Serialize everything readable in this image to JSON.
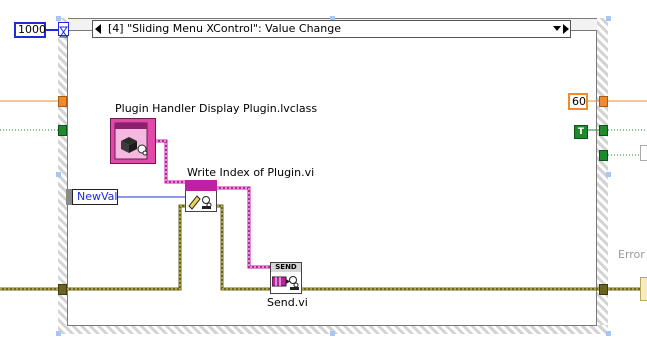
{
  "colors": {
    "numeric_blue": "#1f2bd8",
    "integer_orange": "#ef8b2c",
    "boolean_green": "#1e8a2b",
    "class_wire_magenta": "#c11fa3",
    "error_wire_khaki": "#8a7a20"
  },
  "event_case": {
    "selector_label": "[4] \"Sliding Menu XControl\": Value Change"
  },
  "timeout_constant": {
    "value": "1000"
  },
  "wait_constant": {
    "value": "60"
  },
  "stop_constant": {
    "value": "T"
  },
  "nodes": {
    "class_constant_label": "Plugin Handler Display Plugin.lvclass",
    "write_index_label": "Write Index of Plugin.vi",
    "send_label": "Send.vi",
    "send_header": "SEND"
  },
  "event_data": {
    "newval_label": "NewVal"
  },
  "outside": {
    "error_label": "Error"
  },
  "icons": {
    "class_constant": "lvclass-icon",
    "write_index": "write-index-vi-icon",
    "send": "send-vi-icon",
    "timeout": "hourglass-icon"
  }
}
